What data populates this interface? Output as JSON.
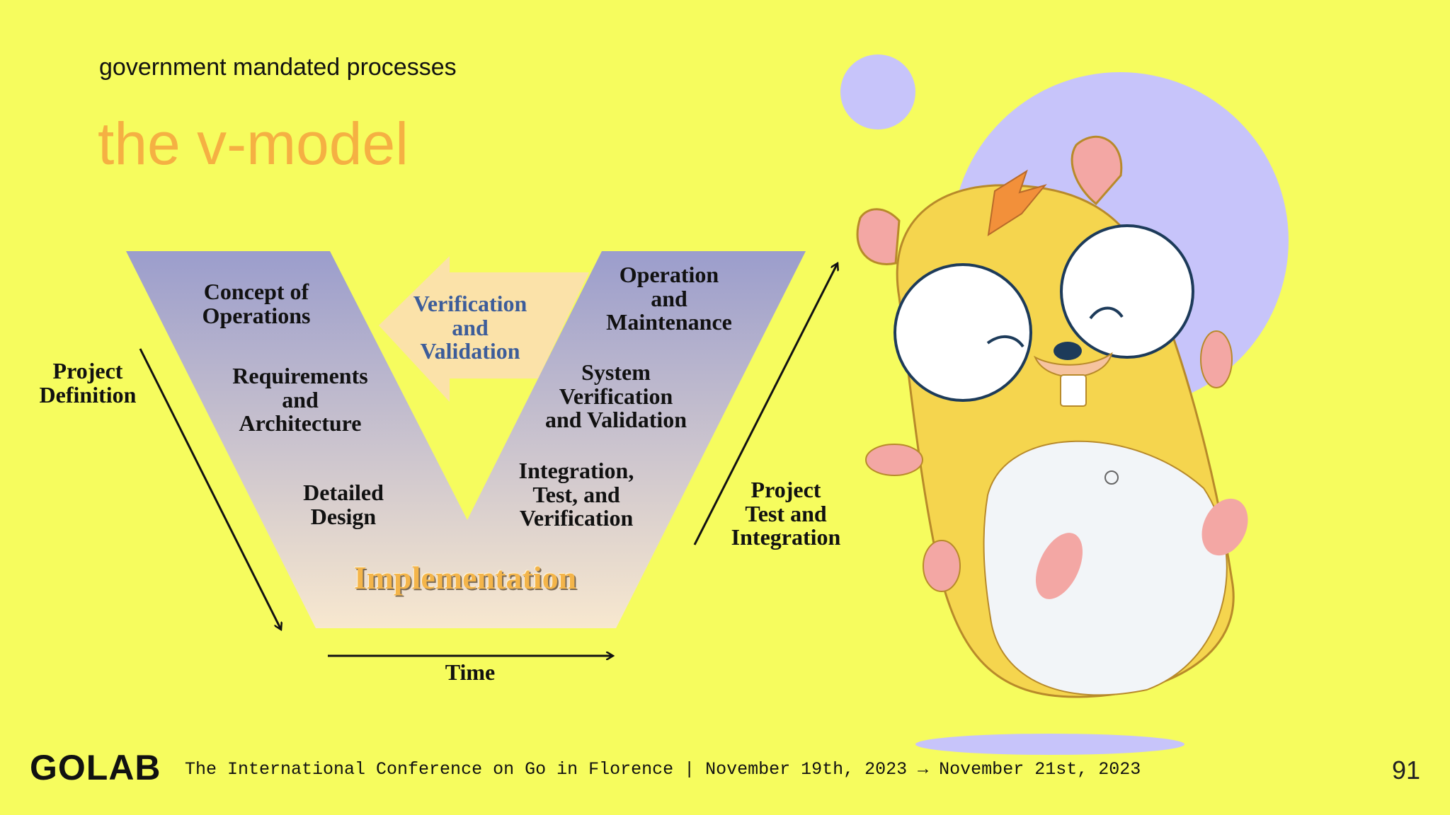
{
  "slide": {
    "subtitle": "government mandated processes",
    "title": "the v-model",
    "page_number": "91"
  },
  "diagram": {
    "left_stages": [
      "Concept of\nOperations",
      "Requirements\nand\nArchitecture",
      "Detailed\nDesign"
    ],
    "bottom_stage": "Implementation",
    "right_stages": [
      "Operation\nand\nMaintenance",
      "System\nVerification\nand Validation",
      "Integration,\nTest, and\nVerification"
    ],
    "feedback_arrow": "Verification\nand\nValidation",
    "left_axis": "Project\nDefinition",
    "right_axis": "Project\nTest and\nIntegration",
    "bottom_axis": "Time"
  },
  "footer": {
    "logo": "GOLAB",
    "tagline": "The International Conference on Go in Florence | November 19th, 2023 → November 21st, 2023"
  },
  "colors": {
    "background": "#f6fc5e",
    "title": "#f5b043",
    "v_top": "#9b9dcc",
    "v_bottom": "#f8e8cf",
    "verification": "#3d5d9a",
    "circle": "#c7c4fa"
  },
  "illustration": "gopher-mascot-with-glasses"
}
